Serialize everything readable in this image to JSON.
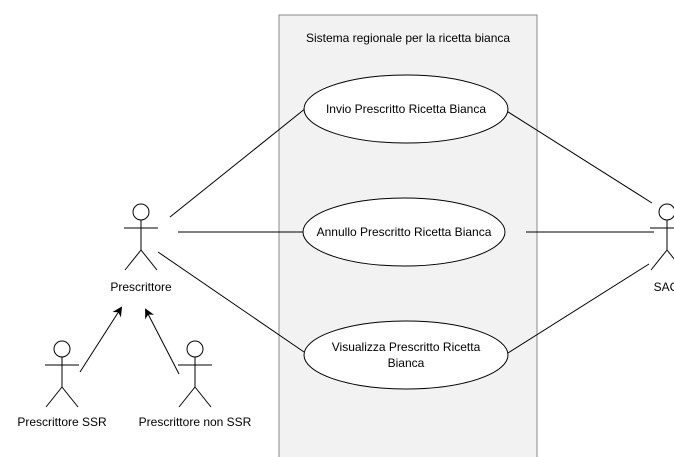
{
  "system": {
    "title": "Sistema regionale per la ricetta bianca"
  },
  "actors": {
    "prescrittore": "Prescrittore",
    "prescrittore_ssr": "Prescrittore SSR",
    "prescrittore_non_ssr": "Prescrittore non SSR",
    "sac": "SAC"
  },
  "use_cases": {
    "invio": "Invio Prescritto Ricetta Bianca",
    "annullo": "Annullo Prescritto Ricetta Bianca",
    "visualizza_line1": "Visualizza Prescritto Ricetta",
    "visualizza_line2": "Bianca"
  },
  "colors": {
    "system_fill": "#f2f2f2",
    "stroke": "#000000",
    "ellipse_fill": "#ffffff",
    "system_border": "#8a8a8a"
  }
}
